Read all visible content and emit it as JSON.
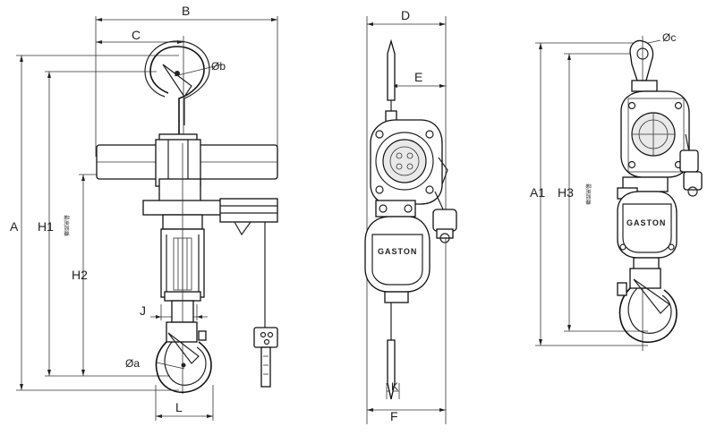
{
  "labels": {
    "A": "A",
    "B": "B",
    "C": "C",
    "D": "D",
    "E": "E",
    "F": "F",
    "H1": "H1",
    "H2": "H2",
    "H3": "H3",
    "A1": "A1",
    "J": "J",
    "K": "K",
    "L": "L",
    "phi_a": "Øa",
    "phi_b": "Øb",
    "phi_c": "Øc"
  },
  "notes": {
    "min_distance_1": "最高距離",
    "min_distance_2": "最高距離"
  },
  "brand": "GASTON"
}
